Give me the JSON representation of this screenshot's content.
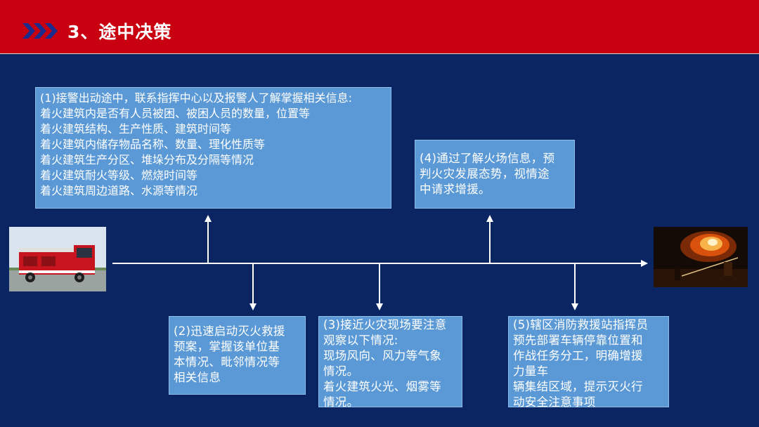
{
  "header": {
    "title": "3、途中决策",
    "accent": "#c8000f",
    "chevron_color": "#1a2c8c"
  },
  "background": "#0b2563",
  "boxes": [
    {
      "id": "box1",
      "lines": [
        "(1)接警出动途中，联系指挥中心以及报警人了解掌握相关信息:",
        "着火建筑内是否有人员被困、被困人员的数量，位置等",
        "着火建筑结构、生产性质、建筑时间等",
        "着火建筑内储存物品名称、数量、理化性质等",
        "着火建筑生产分区、堆垛分布及分隔等情况",
        "着火建筑耐火等级、燃烧时间等",
        "着火建筑周边道路、水源等情况"
      ]
    },
    {
      "id": "box2",
      "lines": [
        "(2)迅速启动灭火救援",
        "预案，掌握该单位基",
        "本情况、毗邻情况等",
        "相关信息"
      ]
    },
    {
      "id": "box3",
      "lines": [
        "(3)接近火灾现场要注意",
        "观察以下情况:",
        "现场风向、风力等气象",
        "情况。",
        "着火建筑火光、烟雾等",
        "情况。"
      ]
    },
    {
      "id": "box4",
      "lines": [
        "(4)通过了解火场信息，预",
        "判火灾发展态势，视情途",
        "中请求增援。"
      ]
    },
    {
      "id": "box5",
      "lines": [
        "(5)辖区消防救援站指挥员",
        "预先部署车辆停靠位置和",
        "作战任务分工，明确增援",
        "力量车",
        "辆集结区域，提示灭火行",
        "动安全注意事项"
      ]
    }
  ],
  "images": {
    "fire_truck": "fire-truck-photo",
    "fire_scene": "fire-scene-photo"
  },
  "box_color": "#5a99d5"
}
